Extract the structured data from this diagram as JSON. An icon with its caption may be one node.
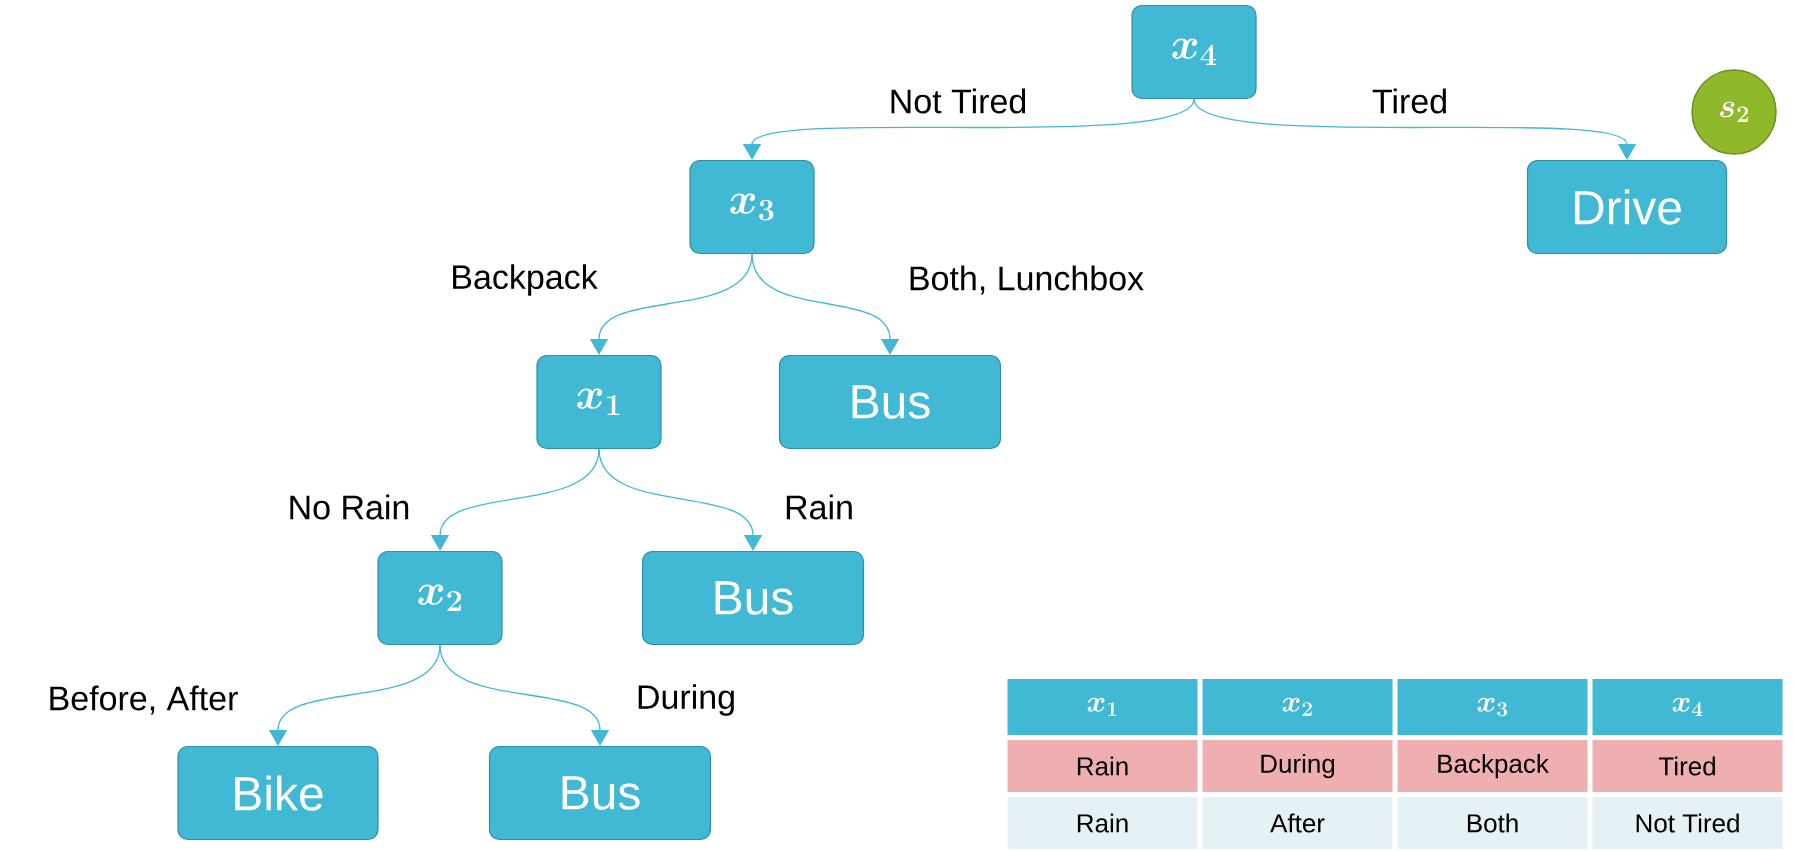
{
  "diagram": {
    "nodes": [
      {
        "text": [
          "x_4"
        ]
      },
      {
        "text": [
          "x_3"
        ]
      },
      {
        "text": [
          "Drive"
        ]
      },
      {
        "text": [
          "s_2"
        ]
      },
      {
        "text": [
          "x_1"
        ]
      },
      {
        "text": [
          "Bus"
        ]
      },
      {
        "text": [
          "x_2"
        ]
      },
      {
        "text": [
          "Bus"
        ]
      },
      {
        "text": [
          "Bike"
        ]
      },
      {
        "text": [
          "Bus"
        ]
      }
    ],
    "edges": [
      {
        "from": 0,
        "to": 1,
        "arrow": "to",
        "label": "Not Tired"
      },
      {
        "from": 0,
        "to": 2,
        "arrow": "to",
        "label": "Tired"
      },
      {
        "from": 1,
        "to": 4,
        "arrow": "to",
        "label": "Backpack"
      },
      {
        "from": 1,
        "to": 5,
        "arrow": "to",
        "label": "Both, Lunchbox"
      },
      {
        "from": 4,
        "to": 6,
        "arrow": "to",
        "label": "No Rain"
      },
      {
        "from": 4,
        "to": 7,
        "arrow": "to",
        "label": "Rain"
      },
      {
        "from": 6,
        "to": 8,
        "arrow": "to",
        "label": "Before, After"
      },
      {
        "from": 6,
        "to": 9,
        "arrow": "to",
        "label": "During"
      }
    ],
    "labels": [
      "x_1",
      "x_2",
      "x_3",
      "x_4",
      "Rain",
      "During",
      "Backpack",
      "Tired",
      "Rain",
      "After",
      "Both",
      "Not Tired"
    ]
  }
}
